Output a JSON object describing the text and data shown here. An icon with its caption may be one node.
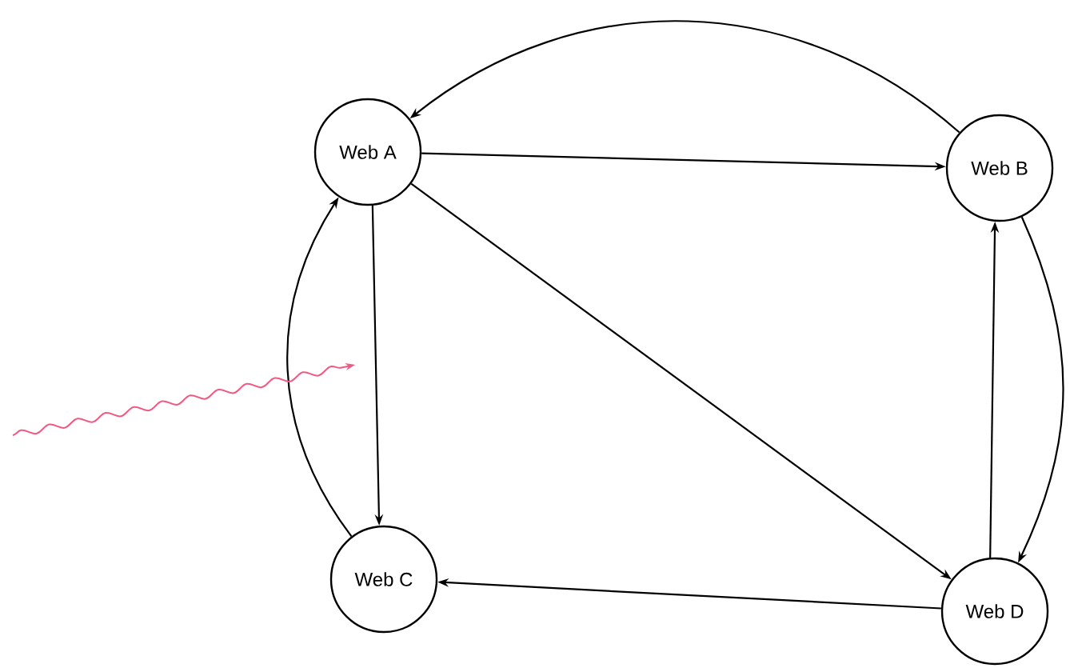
{
  "diagram": {
    "nodes": [
      {
        "text": [
          "Web A"
        ]
      },
      {
        "text": [
          "Web B"
        ]
      },
      {
        "text": [
          "Web C"
        ]
      },
      {
        "text": [
          "Web D"
        ]
      }
    ],
    "edges": [
      {
        "from": 1,
        "to": 0,
        "arrow": "to"
      },
      {
        "from": 0,
        "to": 1,
        "arrow": "to"
      },
      {
        "from": 0,
        "to": 2,
        "arrow": "to"
      },
      {
        "from": 2,
        "to": 0,
        "arrow": "to"
      },
      {
        "from": 0,
        "to": 3,
        "arrow": "to"
      },
      {
        "from": 1,
        "to": 3,
        "arrow": "to"
      },
      {
        "from": 3,
        "to": 1,
        "arrow": "to"
      },
      {
        "from": 3,
        "to": 2,
        "arrow": "to"
      }
    ]
  }
}
